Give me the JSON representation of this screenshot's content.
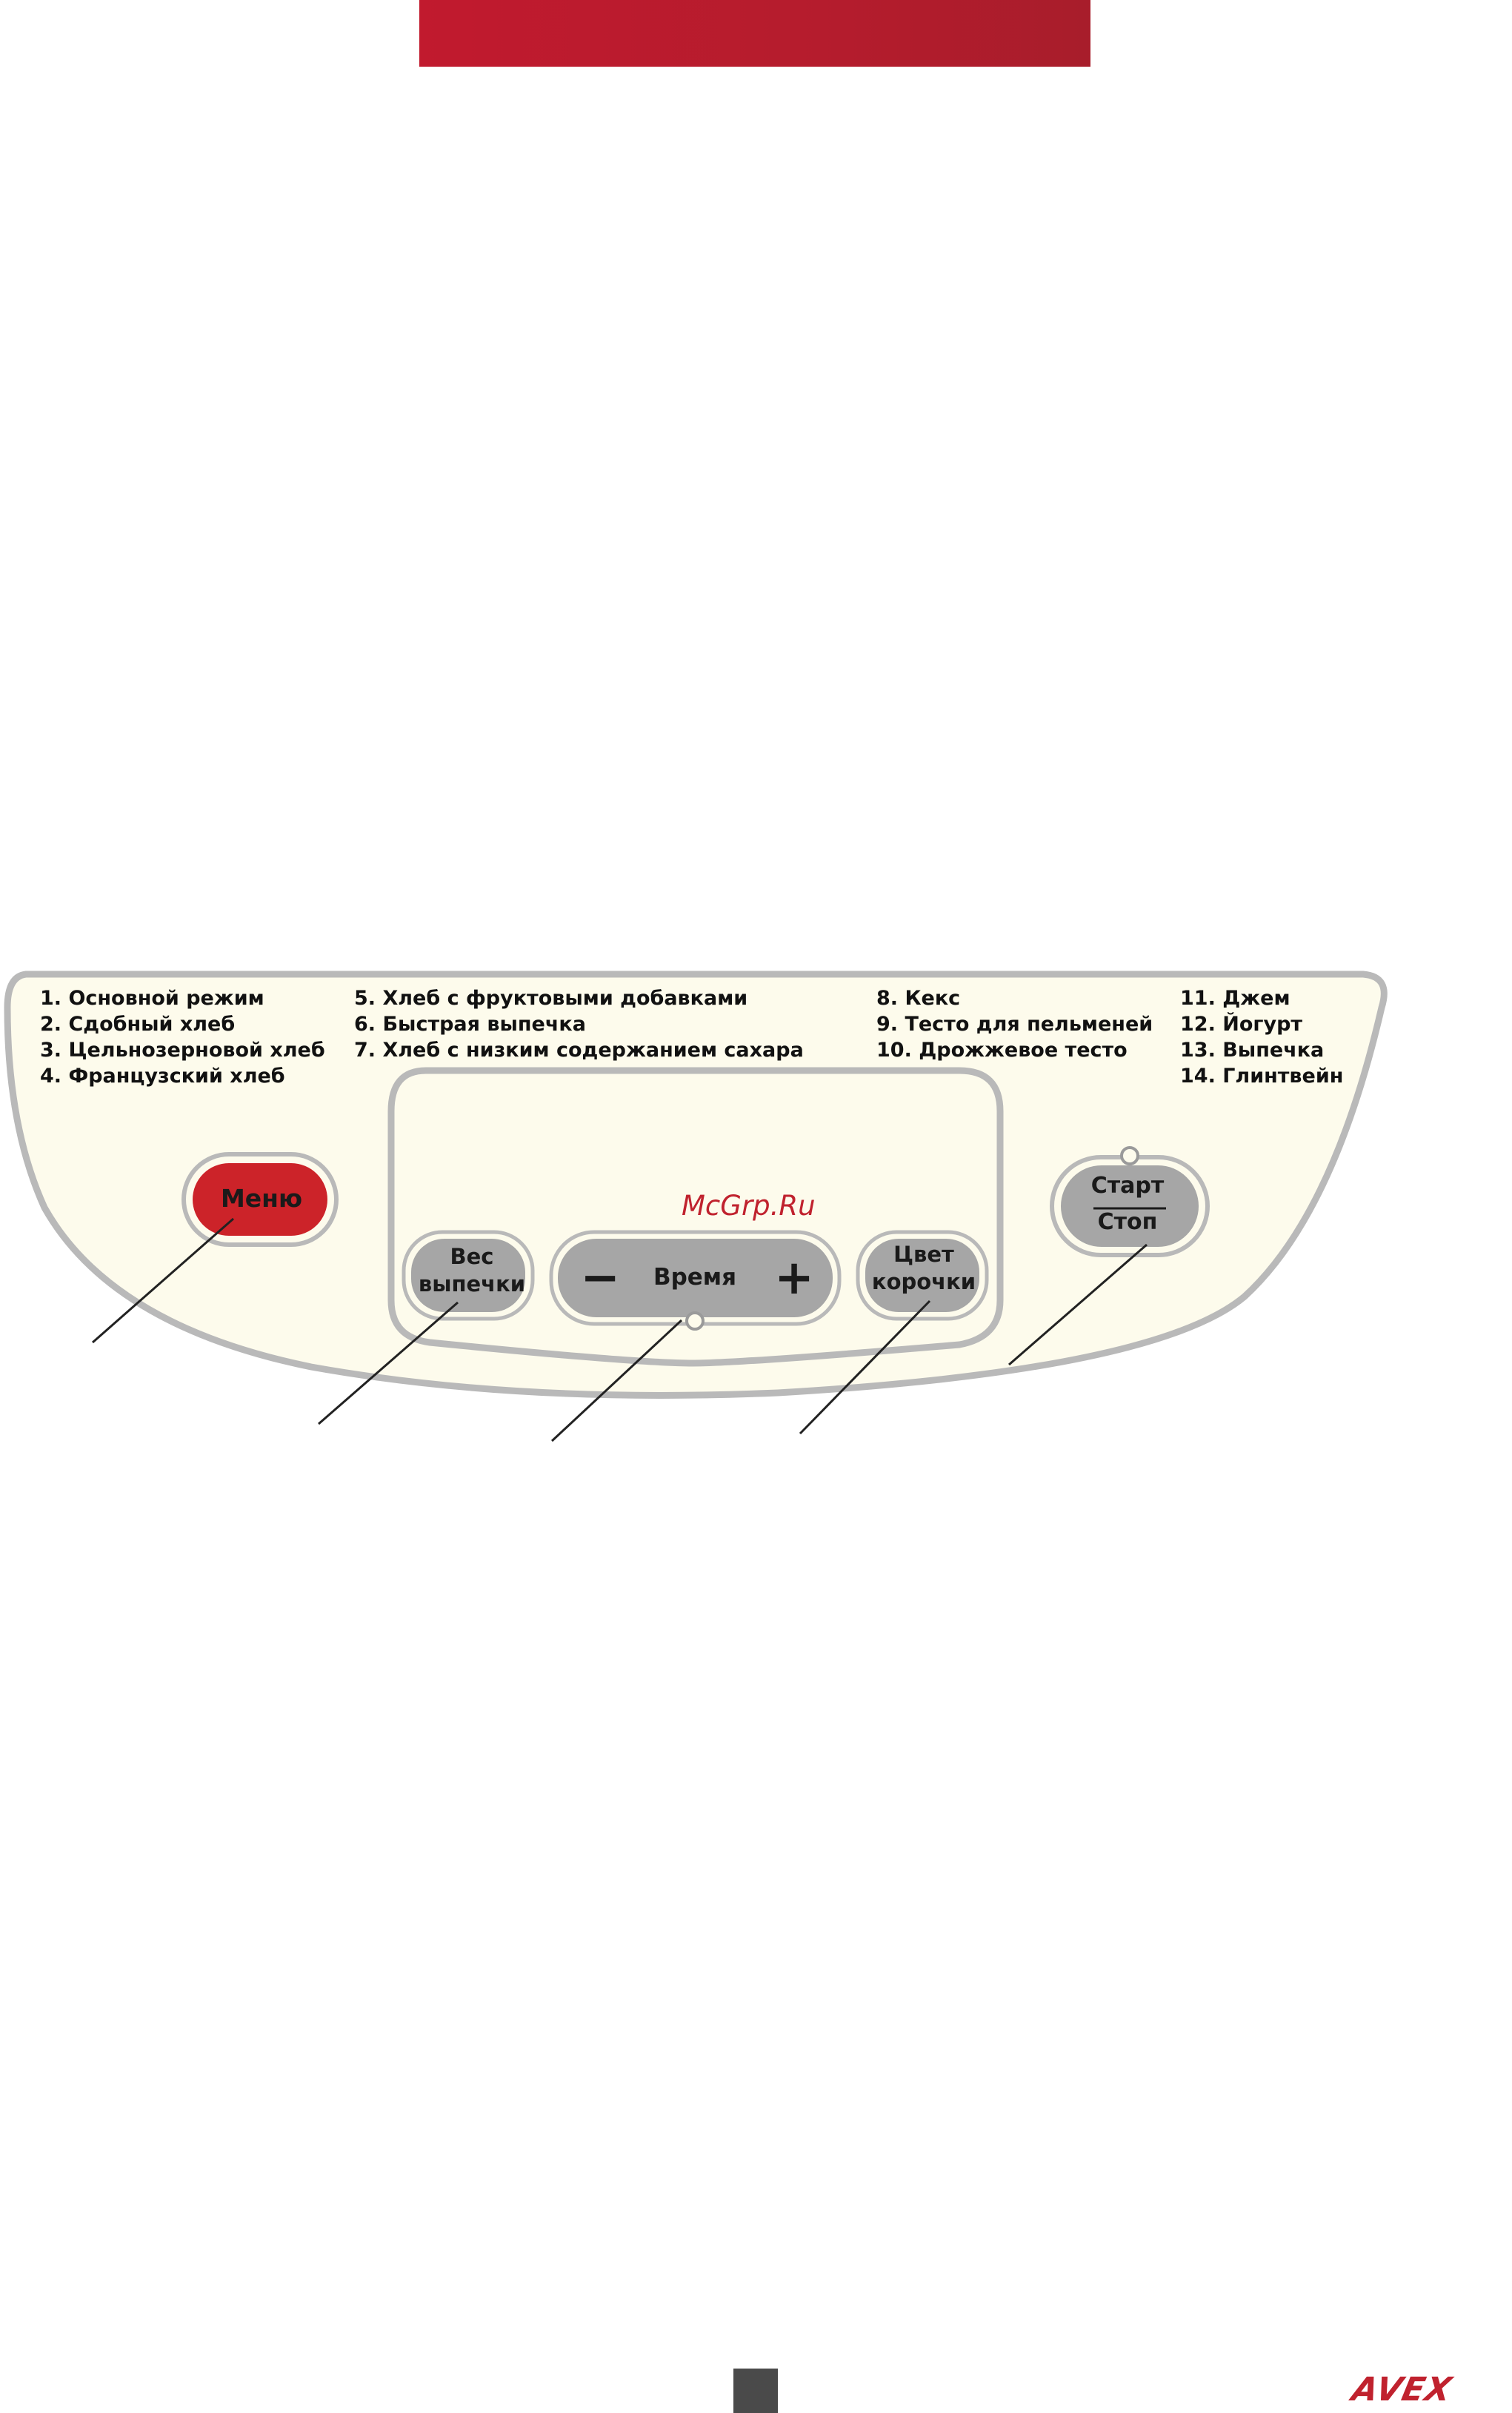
{
  "colors": {
    "header_bar": "#b81c2d",
    "panel_fill": "#fdfbec",
    "panel_border": "#b9b9b9",
    "menu_button": "#cc2329",
    "gray_button": "#a6a6a6",
    "watermark": "#c0222e",
    "brand": "#c0222e"
  },
  "modes": {
    "col1": [
      "1. Основной режим",
      "2. Сдобный хлеб",
      "3. Цельнозерновой хлеб",
      "4. Французский хлеб"
    ],
    "col2": [
      "5. Хлеб с фруктовыми добавками",
      "6. Быстрая выпечка",
      "7. Хлеб с низким содержанием сахара"
    ],
    "col3": [
      "8. Кекс",
      "9. Тесто для пельменей",
      "10. Дрожжевое тесто"
    ],
    "col4": [
      "11. Джем",
      "12. Йогурт",
      "13. Выпечка",
      "14. Глинтвейн"
    ]
  },
  "buttons": {
    "menu": "Меню",
    "weight_line1": "Вес",
    "weight_line2": "выпечки",
    "time": "Время",
    "minus": "−",
    "plus": "+",
    "crust_line1": "Цвет",
    "crust_line2": "корочки",
    "start": "Старт",
    "stop": "Стоп"
  },
  "watermark": "McGrp.Ru",
  "brand": "AVEX",
  "icons": [
    "minus-icon",
    "plus-icon",
    "indicator-light-icon"
  ]
}
